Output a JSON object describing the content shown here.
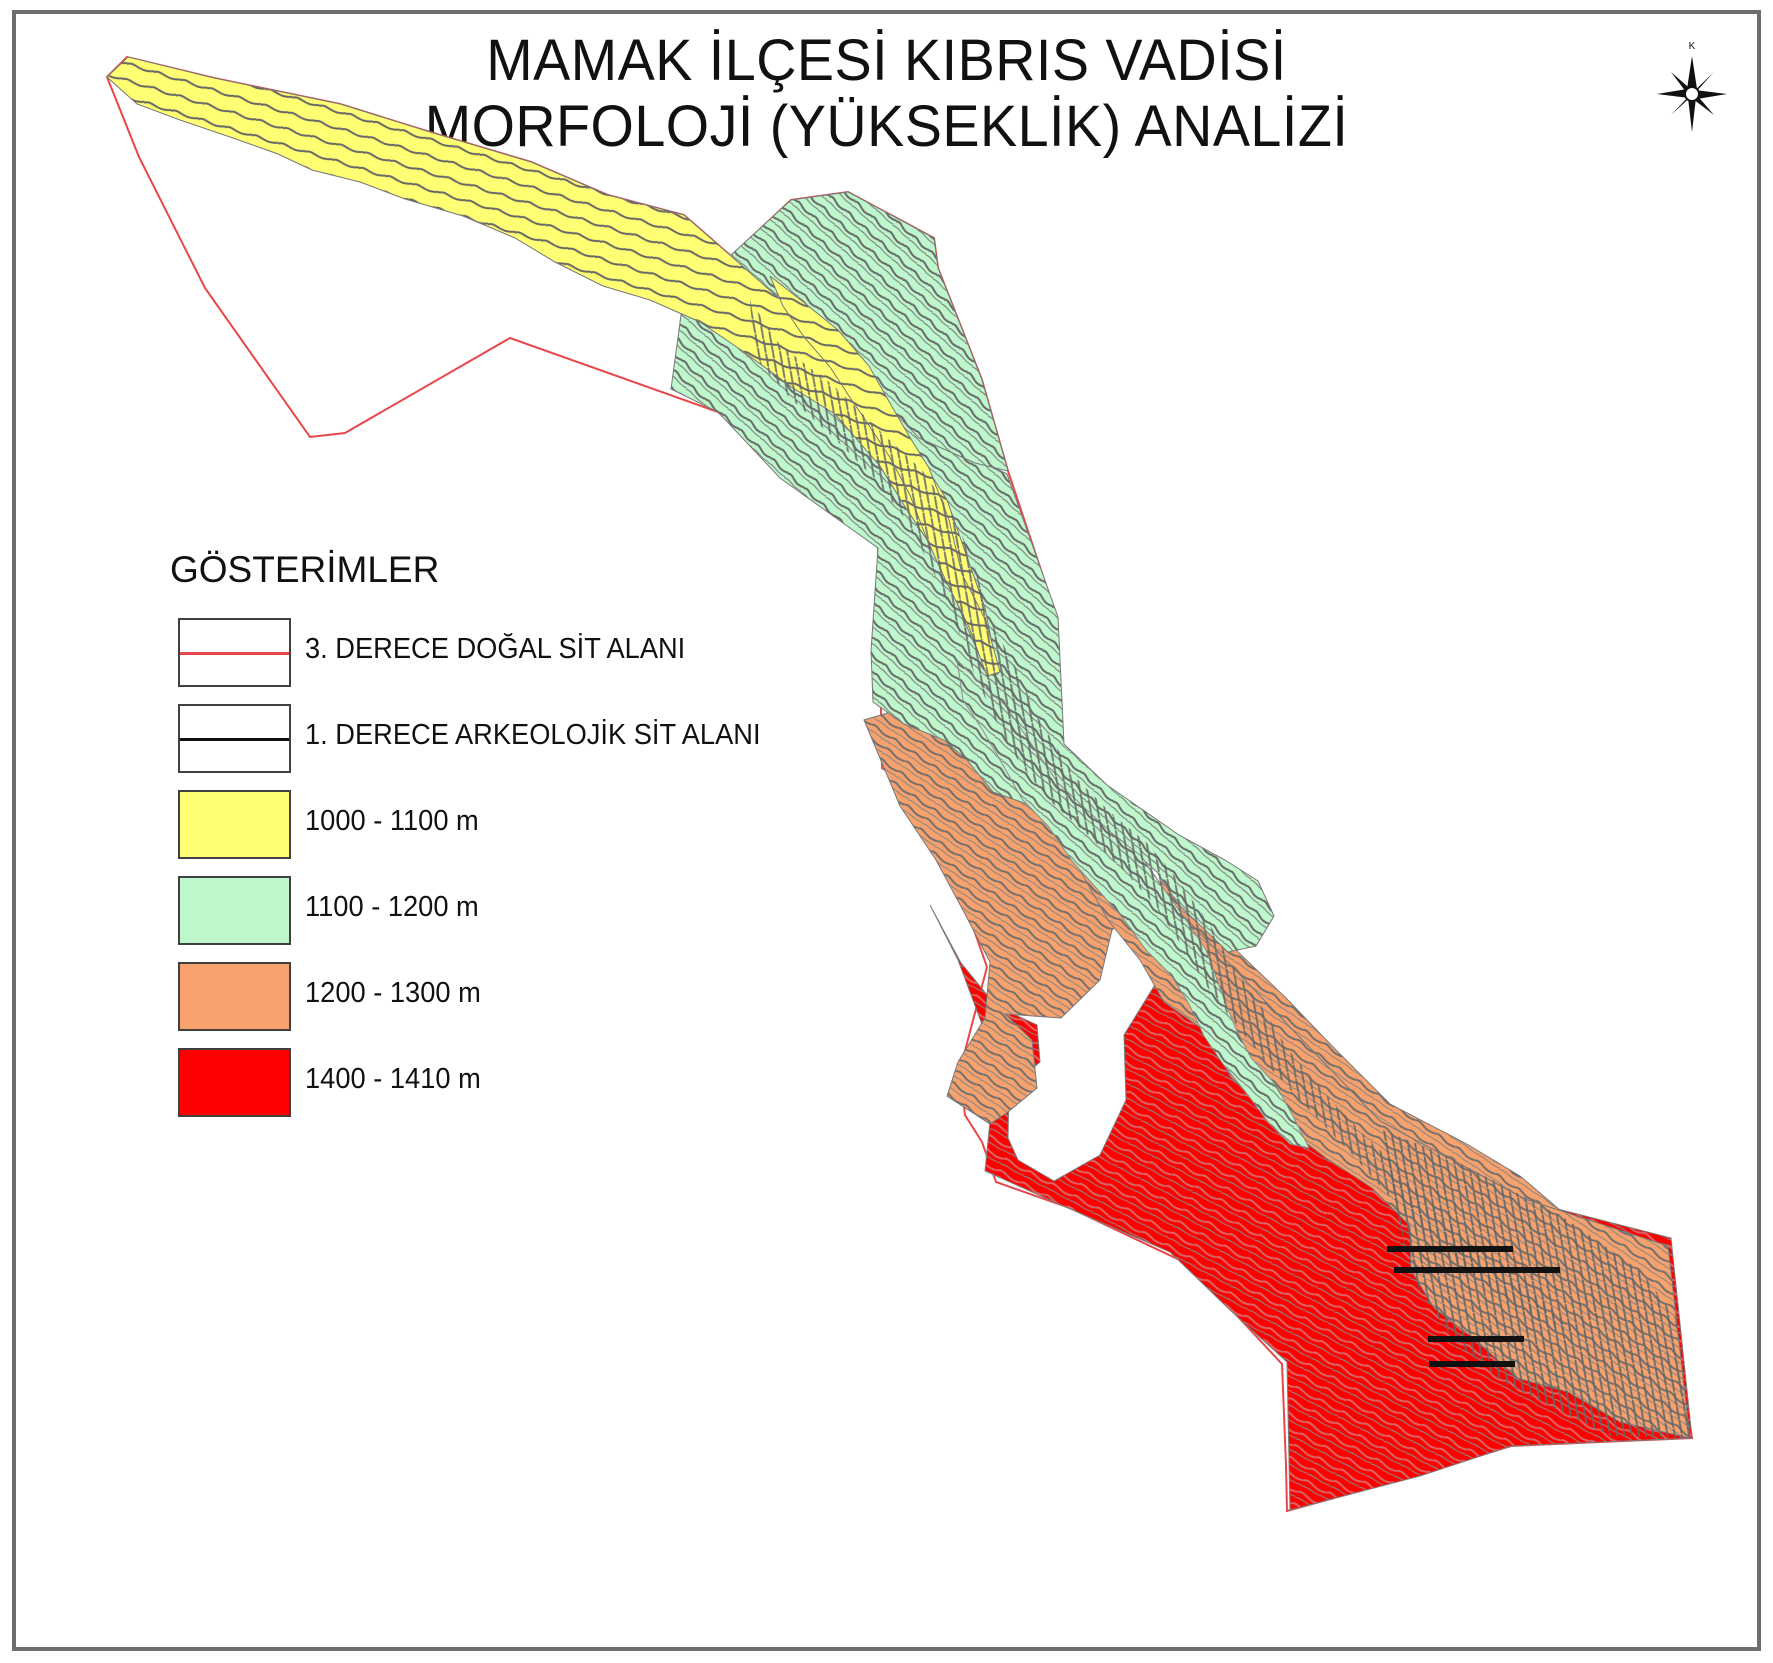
{
  "map": {
    "title_line_1": "MAMAK İLÇESİ KIBRIS VADİSİ",
    "title_line_2": "MORFOLOJİ (YÜKSEKLİK) ANALİZİ",
    "north_label": "K"
  },
  "legend": {
    "title": "GÖSTERİMLER",
    "items": [
      {
        "label": "3. DERECE DOĞAL SİT ALANI",
        "kind": "line",
        "color": "#e8474a"
      },
      {
        "label": "1. DERECE ARKEOLOJİK SİT ALANI",
        "kind": "line",
        "color": "#111111"
      },
      {
        "label": "1000 - 1100 m",
        "kind": "fill",
        "color": "#ffff73"
      },
      {
        "label": "1100 - 1200 m",
        "kind": "fill",
        "color": "#bef7cb"
      },
      {
        "label": "1200 - 1300 m",
        "kind": "fill",
        "color": "#f7a16c"
      },
      {
        "label": "1400 - 1410 m",
        "kind": "fill",
        "color": "#ff0000"
      }
    ]
  },
  "colors": {
    "frame": "#6e6e6e",
    "contour": "#6d6d6d",
    "boundary_red": "#e8474a",
    "archaeo_black": "#111111"
  }
}
